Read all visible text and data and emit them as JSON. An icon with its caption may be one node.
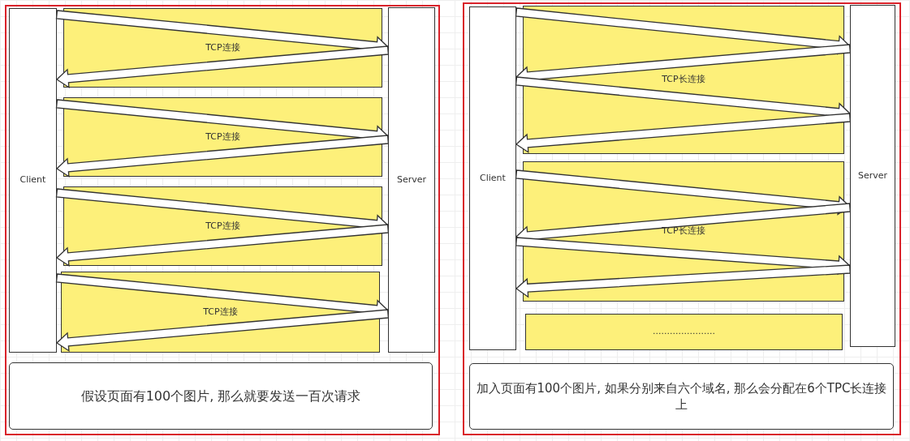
{
  "diagram": {
    "nodes": [
      {
        "text": [],
        "shape": "box"
      },
      {
        "text": [
          "Client"
        ],
        "in": 0
      },
      {
        "text": [
          "TCP连接"
        ],
        "in": 0
      },
      {
        "text": [
          "TCP连接"
        ],
        "in": 0
      },
      {
        "text": [
          "TCP连接"
        ],
        "in": 0
      },
      {
        "text": [
          "TCP连接"
        ],
        "in": 0
      },
      {
        "text": [
          "Server"
        ],
        "in": 0
      },
      {
        "text": [
          "假设页面有100个图片, 那么就要发送一百次请求"
        ],
        "in": 0
      },
      {
        "text": [],
        "shape": "box"
      },
      {
        "text": [
          "Client"
        ],
        "in": 8
      },
      {
        "text": [
          "TCP长连接"
        ],
        "in": 8
      },
      {
        "text": [
          "TCP长连接"
        ],
        "in": 8
      },
      {
        "text": [
          "......................"
        ],
        "in": 8
      },
      {
        "text": [
          "Server"
        ],
        "in": 8
      },
      {
        "text": [
          "加入页面有100个图片, 如果分别来自六个域名, 那么会分配在6个TPC长连接上"
        ],
        "in": 8
      }
    ],
    "edges": [
      {
        "from": 1,
        "to": 6,
        "arrow": "to"
      },
      {
        "from": 6,
        "to": 1,
        "arrow": "to"
      },
      {
        "from": 1,
        "to": 6,
        "arrow": "to"
      },
      {
        "from": 6,
        "to": 1,
        "arrow": "to"
      },
      {
        "from": 1,
        "to": 6,
        "arrow": "to"
      },
      {
        "from": 6,
        "to": 1,
        "arrow": "to"
      },
      {
        "from": 1,
        "to": 6,
        "arrow": "to"
      },
      {
        "from": 6,
        "to": 1,
        "arrow": "to"
      },
      {
        "from": 9,
        "to": 13,
        "arrow": "to"
      },
      {
        "from": 13,
        "to": 9,
        "arrow": "to"
      },
      {
        "from": 9,
        "to": 13,
        "arrow": "to"
      },
      {
        "from": 13,
        "to": 9,
        "arrow": "to"
      },
      {
        "from": 9,
        "to": 13,
        "arrow": "to"
      },
      {
        "from": 13,
        "to": 9,
        "arrow": "to"
      },
      {
        "from": 9,
        "to": 13,
        "arrow": "to"
      },
      {
        "from": 13,
        "to": 9,
        "arrow": "to"
      }
    ]
  }
}
